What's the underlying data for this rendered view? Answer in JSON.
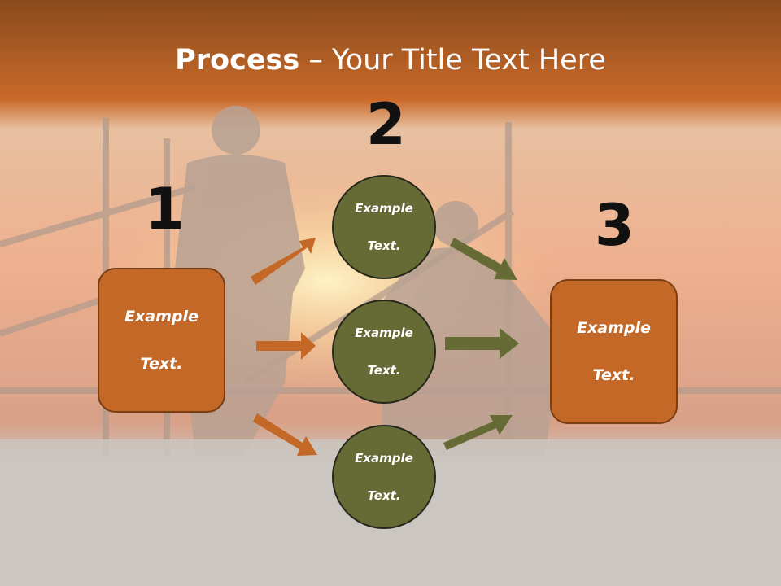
{
  "slide": {
    "title_bold": "Process",
    "title_rest": " – Your Title Text Here",
    "step_labels": [
      "1",
      "2",
      "3"
    ],
    "left_box": {
      "line1": "Example",
      "line2": "Text."
    },
    "circles": [
      {
        "line1": "Example",
        "line2": "Text."
      },
      {
        "line1": "Example",
        "line2": "Text."
      },
      {
        "line1": "Example",
        "line2": "Text."
      }
    ],
    "right_box": {
      "line1": "Example",
      "line2": "Text."
    },
    "colors": {
      "orange": "#c46828",
      "olive": "#666a34",
      "header_orange": "#c96a2a"
    }
  }
}
